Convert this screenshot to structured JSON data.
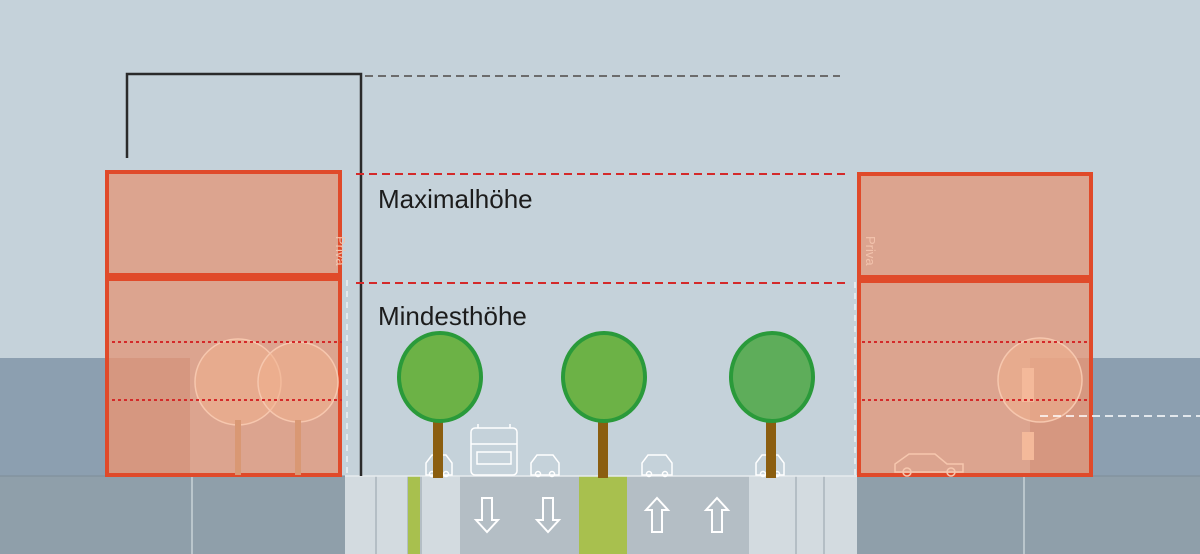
{
  "labels": {
    "max_height": "Maximalhöhe",
    "min_height": "Mindesthöhe",
    "facade_left": "Priva",
    "facade_right": "Priva"
  },
  "lane_arrows": [
    "down",
    "down",
    "up",
    "up"
  ],
  "colors": {
    "sky": "#c5d2da",
    "neighbor_building": "#8c9fb0",
    "ground": "#8f9faa",
    "building_fill": "#e09a7e",
    "building_stroke": "#e04a2a",
    "limit_line": "#d42a2a",
    "tree_crown": "#6cb246",
    "tree_outline": "#2a9a3a",
    "tree_trunk": "#8b5e10",
    "median_green": "#a8c04e",
    "road": "#b4bec5"
  }
}
